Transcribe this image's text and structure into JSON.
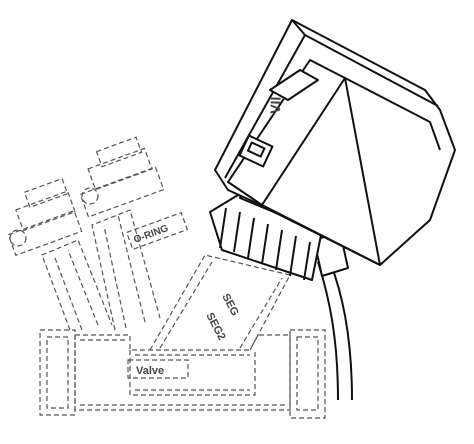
{
  "figure": {
    "actuator_label": "VII",
    "body_marking_1": "SEG",
    "body_marking_2": "SEG2",
    "pipe_marking": "Valve",
    "cap_marking": "O-RING"
  },
  "icons": {
    "actuator": "actuator-head-icon",
    "connector": "rj-connector-icon"
  }
}
